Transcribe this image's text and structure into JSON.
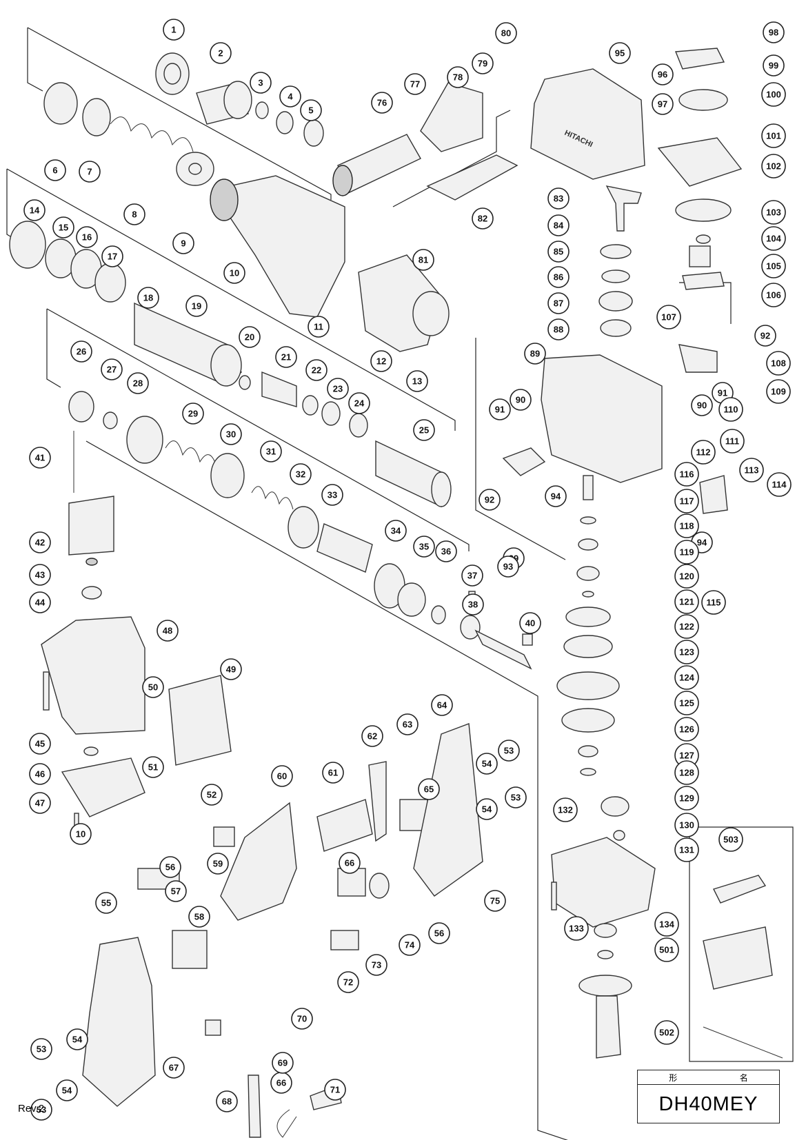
{
  "document": {
    "revision": "Rev.2",
    "model_header": [
      "形",
      "名"
    ],
    "model_name": "DH40MEY",
    "brand_mark": "HITACHI"
  },
  "callouts": [
    "1",
    "2",
    "3",
    "4",
    "5",
    "6",
    "7",
    "8",
    "9",
    "10",
    "10",
    "11",
    "12",
    "13",
    "14",
    "15",
    "16",
    "17",
    "18",
    "19",
    "20",
    "21",
    "22",
    "23",
    "24",
    "25",
    "26",
    "27",
    "28",
    "29",
    "30",
    "31",
    "32",
    "33",
    "34",
    "35",
    "36",
    "37",
    "38",
    "39",
    "40",
    "41",
    "42",
    "43",
    "44",
    "45",
    "46",
    "47",
    "48",
    "49",
    "50",
    "51",
    "52",
    "53",
    "53",
    "53",
    "53",
    "54",
    "54",
    "54",
    "54",
    "55",
    "56",
    "56",
    "57",
    "58",
    "59",
    "60",
    "61",
    "62",
    "63",
    "64",
    "65",
    "66",
    "66",
    "67",
    "68",
    "69",
    "70",
    "71",
    "72",
    "73",
    "74",
    "75",
    "76",
    "77",
    "78",
    "79",
    "80",
    "81",
    "82",
    "83",
    "84",
    "85",
    "86",
    "87",
    "88",
    "89",
    "90",
    "90",
    "91",
    "91",
    "92",
    "92",
    "93",
    "94",
    "94",
    "95",
    "96",
    "97",
    "98",
    "99",
    "100",
    "101",
    "102",
    "103",
    "104",
    "105",
    "106",
    "107",
    "108",
    "109",
    "110",
    "111",
    "112",
    "113",
    "114",
    "115",
    "116",
    "117",
    "118",
    "119",
    "120",
    "121",
    "122",
    "123",
    "124",
    "125",
    "126",
    "127",
    "128",
    "129",
    "130",
    "131",
    "132",
    "133",
    "134",
    "501",
    "502",
    "503"
  ]
}
